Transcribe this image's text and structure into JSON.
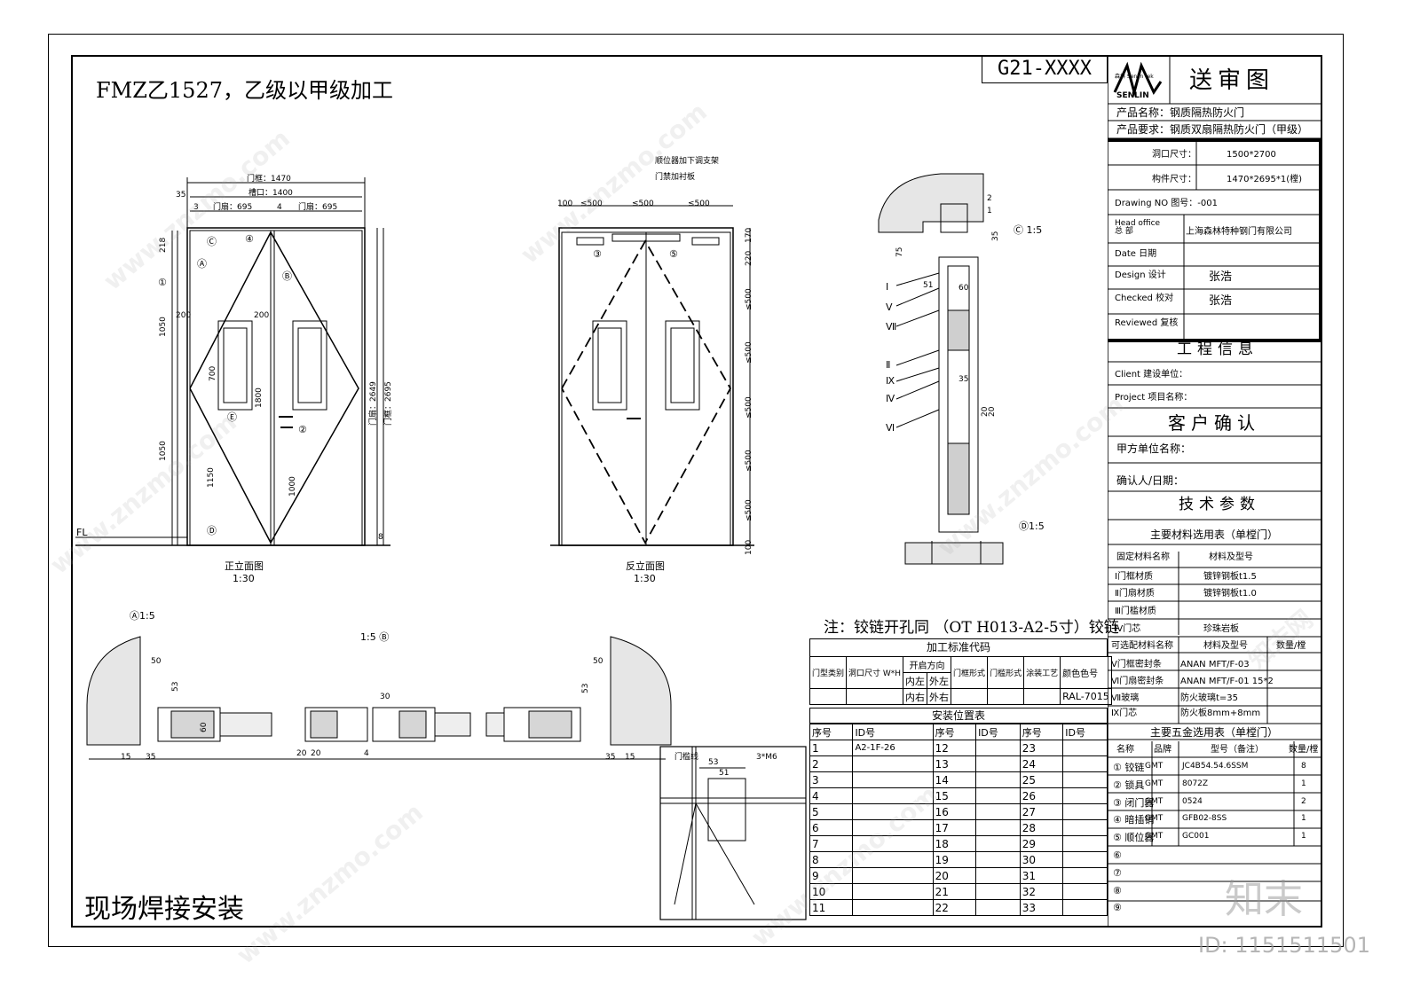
{
  "header": {
    "title": "FMZ乙1527，乙级以甲级加工",
    "drawing_code": "G21-XXXX",
    "site_note": "现场焊接安装"
  },
  "title_block": {
    "logo_text": "SENLIN",
    "logo_sub": "森林    Senlin tek",
    "stamp": "送审图",
    "product_name": "产品名称：钢质隔热防火门",
    "product_req": "产品要求：钢质双扇隔热防火门（甲级）",
    "rows": [
      {
        "label": "洞口尺寸：",
        "value": "1500*2700"
      },
      {
        "label": "构件尺寸：",
        "value": "1470*2695*1(樘)"
      }
    ],
    "drawing_no": "Drawing  NO 图号：-001",
    "head_office_label": "Head office\n总 部",
    "head_office_value": "上海森林特种钢门有限公司",
    "date_label": "Date    日期",
    "design_label": "Design  设计",
    "design_value": "张浩",
    "checked_label": "Checked 校对",
    "checked_value": "张浩",
    "reviewed_label": "Reviewed 复核",
    "project_info": "工程信息",
    "client_label": "Client  建设单位：",
    "project_label": "Project 项目名称：",
    "customer_confirm": "客户确认",
    "party_label": "甲方单位名称：",
    "confirm_label": "确认人/日期：",
    "tech_params": "技术参数",
    "materials_title": "主要材料选用表（单樘门）",
    "materials_header": [
      "固定材料名称",
      "材料及型号"
    ],
    "materials": [
      [
        "Ⅰ门框材质",
        "镀锌钢板t1.5"
      ],
      [
        "Ⅱ门扇材质",
        "镀锌钢板t1.0"
      ],
      [
        "Ⅲ门槛材质",
        ""
      ],
      [
        "Ⅳ门芯",
        "珍珠岩板"
      ]
    ],
    "optional_header": [
      "可选配材料名称",
      "材料及型号",
      "数量/樘"
    ],
    "optional": [
      [
        "Ⅴ门框密封条",
        "ANAN MFT/F-03",
        ""
      ],
      [
        "Ⅵ门扇密封条",
        "ANAN MFT/F-01 15*2",
        ""
      ],
      [
        "Ⅶ玻璃",
        "防火玻璃t=35",
        ""
      ],
      [
        "Ⅸ门芯",
        "防火板8mm+8mm",
        ""
      ]
    ],
    "hardware_title": "主要五金选用表（单樘门）",
    "hardware_header": [
      "名称",
      "品牌",
      "型号（备注）",
      "数量/樘"
    ],
    "hardware": [
      [
        "① 铰链",
        "GMT",
        "JC4B54.54.6SSM",
        "8"
      ],
      [
        "② 锁具",
        "GMT",
        "8072Z",
        "1"
      ],
      [
        "③ 闭门器",
        "GMT",
        "0524",
        "2"
      ],
      [
        "④ 暗插销",
        "GMT",
        "GFB02-8SS",
        "1"
      ],
      [
        "⑤ 顺位器",
        "GMT",
        "GC001",
        "1"
      ],
      [
        "⑥",
        "",
        "",
        ""
      ],
      [
        "⑦",
        "",
        "",
        ""
      ],
      [
        "⑧",
        "",
        "",
        ""
      ],
      [
        "⑨",
        "",
        "",
        ""
      ]
    ]
  },
  "note": "注：铰链开孔同 （OT H013-A2-5寸）铰链",
  "code_table": {
    "title": "加工标准代码",
    "head": [
      "门型类别",
      "洞口尺寸 W*H",
      "开启方向",
      "门框形式",
      "门槛形式",
      "涂装工艺",
      "颜色色号"
    ],
    "dirs": [
      "内左",
      "外左",
      "内右",
      "外右"
    ],
    "color": "RAL-7015"
  },
  "install_table": {
    "title": "安装位置表",
    "head": [
      "序号",
      "ID号",
      "序号",
      "ID号",
      "序号",
      "ID号"
    ],
    "rows": [
      [
        "1",
        "A2-1F-26",
        "12",
        "",
        "23",
        ""
      ],
      [
        "2",
        "",
        "13",
        "",
        "24",
        ""
      ],
      [
        "3",
        "",
        "14",
        "",
        "25",
        ""
      ],
      [
        "4",
        "",
        "15",
        "",
        "26",
        ""
      ],
      [
        "5",
        "",
        "16",
        "",
        "27",
        ""
      ],
      [
        "6",
        "",
        "17",
        "",
        "28",
        ""
      ],
      [
        "7",
        "",
        "18",
        "",
        "29",
        ""
      ],
      [
        "8",
        "",
        "19",
        "",
        "30",
        ""
      ],
      [
        "9",
        "",
        "20",
        "",
        "31",
        ""
      ],
      [
        "10",
        "",
        "21",
        "",
        "32",
        ""
      ],
      [
        "11",
        "",
        "22",
        "",
        "33",
        ""
      ]
    ]
  },
  "views": {
    "front_label": "正立面图",
    "front_scale": "1:30",
    "back_label": "反立面图",
    "back_scale": "1:30",
    "fl": "FL",
    "dims_front": {
      "frame": "门框：1470",
      "slot": "槽口：1400",
      "leaf_l": "门扇：695",
      "leaf_r": "门扇：695",
      "d35": "35",
      "d3": "3",
      "d4": "4",
      "h218": "218",
      "h1050a": "1050",
      "h1050b": "1050",
      "h1150": "1150",
      "h1000": "1000",
      "h1800": "1800",
      "h700": "700",
      "w200a": "200",
      "w200b": "200",
      "h2649": "门扇：2649",
      "h2695": "门框：2695",
      "d8": "8"
    },
    "dims_back": {
      "d100": "100",
      "w500a": "≤500",
      "w500b": "≤500",
      "w500c": "≤500",
      "h170": "170",
      "h220": "220",
      "h500a": "≤500",
      "h500b": "≤500",
      "h500c": "≤500",
      "h500d": "≤500",
      "h500e": "≤500",
      "h100": "100"
    },
    "back_notes": [
      "顺位器加下调支架",
      "门禁加衬板"
    ],
    "section_c": "Ⓒ 1:5",
    "section_d": "Ⓓ1:5",
    "section_a": "Ⓐ1:5",
    "section_b": "1:5 Ⓑ",
    "section_dims": [
      "75",
      "51",
      "60",
      "35",
      "35",
      "20",
      "20",
      "2",
      "1"
    ],
    "roman": [
      "Ⅰ",
      "Ⅴ",
      "Ⅶ",
      "Ⅱ",
      "Ⅸ",
      "Ⅳ",
      "Ⅵ"
    ],
    "plan_dims": [
      "50",
      "53",
      "60",
      "15",
      "35",
      "30",
      "20",
      "20",
      "4",
      "50",
      "53",
      "15",
      "35"
    ],
    "detail_labels": [
      "门槛线",
      "3*M6",
      "53",
      "51"
    ],
    "callouts": [
      "Ⓐ",
      "Ⓑ",
      "Ⓒ",
      "Ⓓ",
      "Ⓔ",
      "①",
      "②",
      "③",
      "④",
      "⑤"
    ]
  },
  "watermark": {
    "site": "www.znzmo.com",
    "brand": "知末",
    "id": "ID: 1151511501",
    "cn": "知末网"
  }
}
